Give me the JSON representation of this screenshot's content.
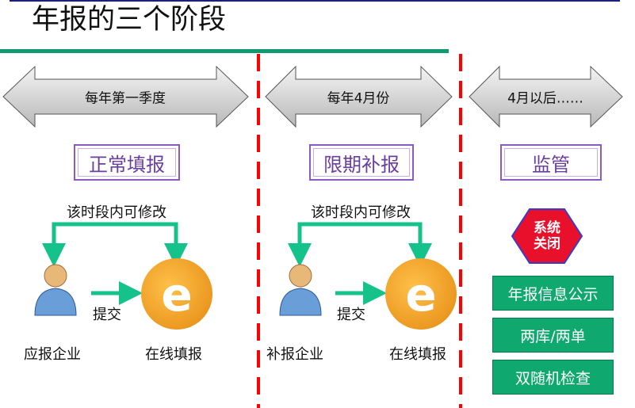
{
  "title": "年报的三个阶段",
  "timeline": [
    {
      "label": "每年第一季度",
      "phase": "正常填报"
    },
    {
      "label": "每年4月份",
      "phase": "限期补报"
    },
    {
      "label": "4月以后……",
      "phase": "监管"
    }
  ],
  "stage1": {
    "edit_note": "该时段内可修改",
    "submit": "提交",
    "actor": "应报企业",
    "target": "在线填报"
  },
  "stage2": {
    "edit_note": "该时段内可修改",
    "submit": "提交",
    "actor": "补报企业",
    "target": "在线填报"
  },
  "stage3": {
    "badge": [
      "系统",
      "关闭"
    ],
    "actions": [
      "年报信息公示",
      "两库/两单",
      "双随机检查"
    ]
  },
  "colors": {
    "green": "#0fa86f",
    "red": "#ff0000",
    "purple": "#6a3fa0"
  }
}
